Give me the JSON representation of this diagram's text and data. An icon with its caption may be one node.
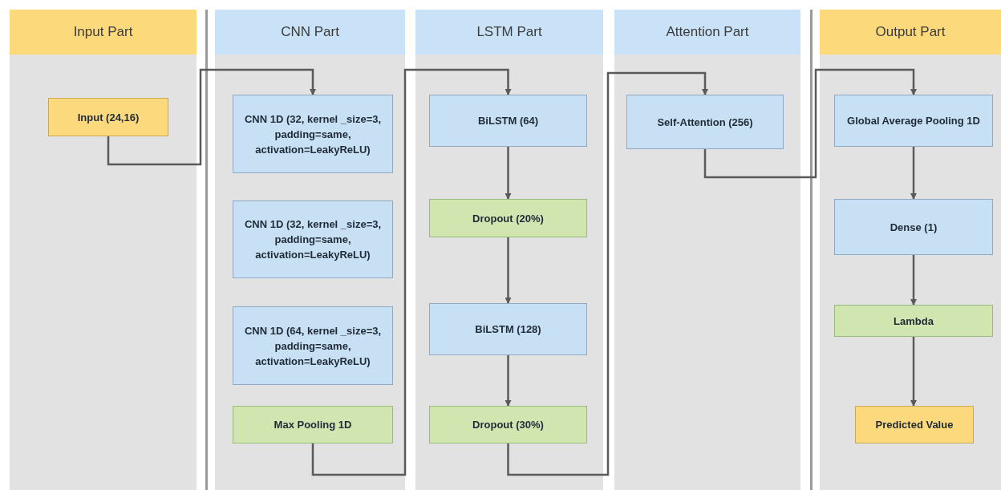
{
  "diagram": {
    "nodes": [
      {
        "text": [
          "Input Part"
        ]
      },
      {
        "text": [
          "CNN Part"
        ]
      },
      {
        "text": [
          "LSTM Part"
        ]
      },
      {
        "text": [
          "Attention Part"
        ]
      },
      {
        "text": [
          "Output Part"
        ]
      },
      {
        "text": [
          "Input (24,16)"
        ],
        "in": 0
      },
      {
        "text": [
          "CNN 1D (32, kernel _size=3, padding=same, activation=LeakyReLU)"
        ],
        "in": 1
      },
      {
        "text": [
          "CNN 1D (32, kernel _size=3, padding=same, activation=LeakyReLU)"
        ],
        "in": 1
      },
      {
        "text": [
          "CNN 1D (64, kernel _size=3, padding=same, activation=LeakyReLU)"
        ],
        "in": 1
      },
      {
        "text": [
          "Max Pooling 1D"
        ],
        "in": 1
      },
      {
        "text": [
          "BiLSTM (64)"
        ],
        "in": 2
      },
      {
        "text": [
          "Dropout (20%)"
        ],
        "in": 2
      },
      {
        "text": [
          "BiLSTM (128)"
        ],
        "in": 2
      },
      {
        "text": [
          "Dropout (30%)"
        ],
        "in": 2
      },
      {
        "text": [
          "Self-Attention (256)"
        ],
        "in": 3
      },
      {
        "text": [
          "Global Average Pooling 1D"
        ],
        "in": 4
      },
      {
        "text": [
          "Dense (1)"
        ],
        "in": 4
      },
      {
        "text": [
          "Lambda"
        ],
        "in": 4
      },
      {
        "text": [
          "Predicted Value"
        ],
        "in": 4
      }
    ],
    "edges": [
      {
        "from": 5,
        "to": 6,
        "arrow": "to"
      },
      {
        "from": 9,
        "to": 10,
        "arrow": "to"
      },
      {
        "from": 10,
        "to": 11,
        "arrow": "to"
      },
      {
        "from": 11,
        "to": 12,
        "arrow": "to"
      },
      {
        "from": 12,
        "to": 13,
        "arrow": "to"
      },
      {
        "from": 13,
        "to": 14,
        "arrow": "to"
      },
      {
        "from": 14,
        "to": 15,
        "arrow": "to"
      },
      {
        "from": 15,
        "to": 16,
        "arrow": "to"
      },
      {
        "from": 16,
        "to": 17,
        "arrow": "to"
      },
      {
        "from": 17,
        "to": 18,
        "arrow": "to"
      }
    ]
  }
}
